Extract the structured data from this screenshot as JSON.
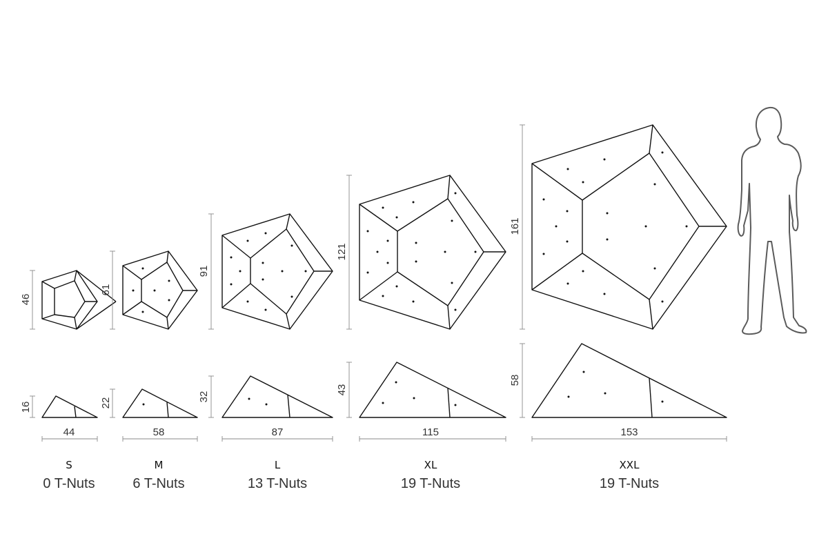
{
  "holds": [
    {
      "size": "S",
      "t_nuts": "0 T-Nuts",
      "height_front": "46",
      "height_side": "16",
      "width": "44"
    },
    {
      "size": "M",
      "t_nuts": "6 T-Nuts",
      "height_front": "61",
      "height_side": "22",
      "width": "58"
    },
    {
      "size": "L",
      "t_nuts": "13 T-Nuts",
      "height_front": "91",
      "height_side": "32",
      "width": "87"
    },
    {
      "size": "XL",
      "t_nuts": "19 T-Nuts",
      "height_front": "121",
      "height_side": "43",
      "width": "115"
    },
    {
      "size": "XXL",
      "t_nuts": "19 T-Nuts",
      "height_front": "161",
      "height_side": "58",
      "width": "153"
    }
  ],
  "colors": {
    "line": "#111111",
    "dimension": "#8a8a8a",
    "text": "#333333",
    "figure_outline": "#5a5a5a"
  }
}
